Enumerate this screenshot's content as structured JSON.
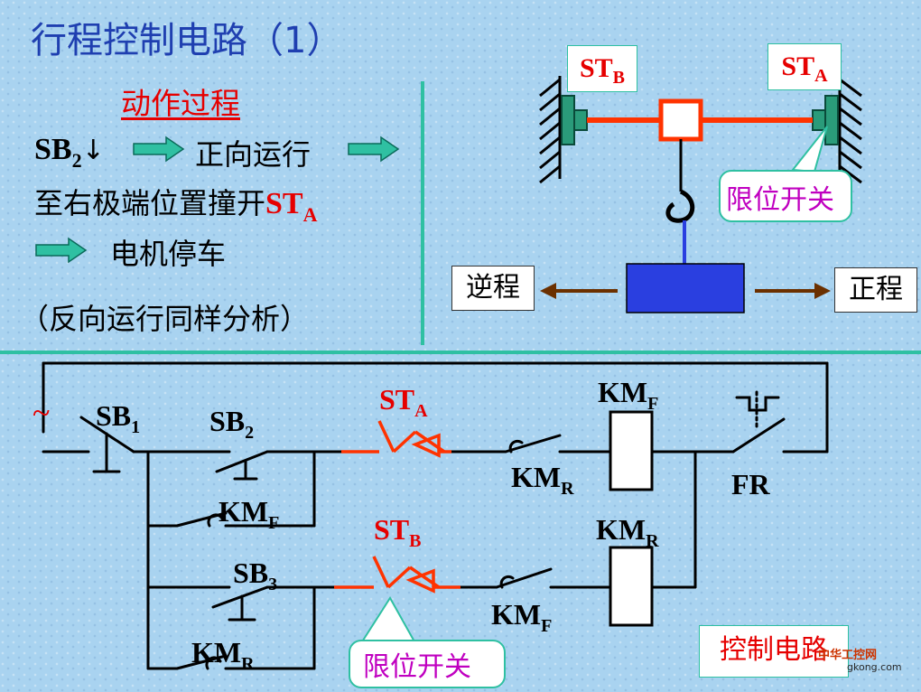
{
  "title": "行程控制电路（1）",
  "process": {
    "heading": "动作过程",
    "sb2": "SB",
    "sb2_sub": "2",
    "down_arrow": "↓",
    "forward": "正向运行",
    "line2_text": "至右极端位置撞开",
    "st": "ST",
    "st_sub": "A",
    "stop": "电机停车",
    "reverse_note": "（反向运行同样分析）"
  },
  "mech": {
    "stb": "ST",
    "stb_sub": "B",
    "sta": "ST",
    "sta_sub": "A",
    "limit_switch": "限位开关",
    "reverse": "逆程",
    "forward": "正程"
  },
  "circuit": {
    "tilde": "~",
    "sb1": "SB",
    "sb1_sub": "1",
    "sb2": "SB",
    "sb2_sub": "2",
    "sb3": "SB",
    "sb3_sub": "3",
    "sta": "ST",
    "sta_sub": "A",
    "stb": "ST",
    "stb_sub": "B",
    "kmf_top": "KM",
    "kmf_top_sub": "F",
    "kmr_contact": "KM",
    "kmr_contact_sub": "R",
    "kmf_hold": "KM",
    "kmf_hold_sub": "F",
    "kmr_coil": "KM",
    "kmr_coil_sub": "R",
    "kmf_contact": "KM",
    "kmf_contact_sub": "F",
    "kmr_hold": "KM",
    "kmr_hold_sub": "R",
    "fr": "FR",
    "limit_switch": "限位开关",
    "control_circuit": "控制电路"
  },
  "watermark": {
    "line1": "中华工控网",
    "line2": "gkong.com"
  },
  "colors": {
    "accent": "#2fc0a2",
    "red": "#e60000",
    "title_blue": "#1f3fb0",
    "callout": "#c000c0",
    "motor_blue": "#2a3fe0",
    "arrow_brown": "#6b3000"
  }
}
